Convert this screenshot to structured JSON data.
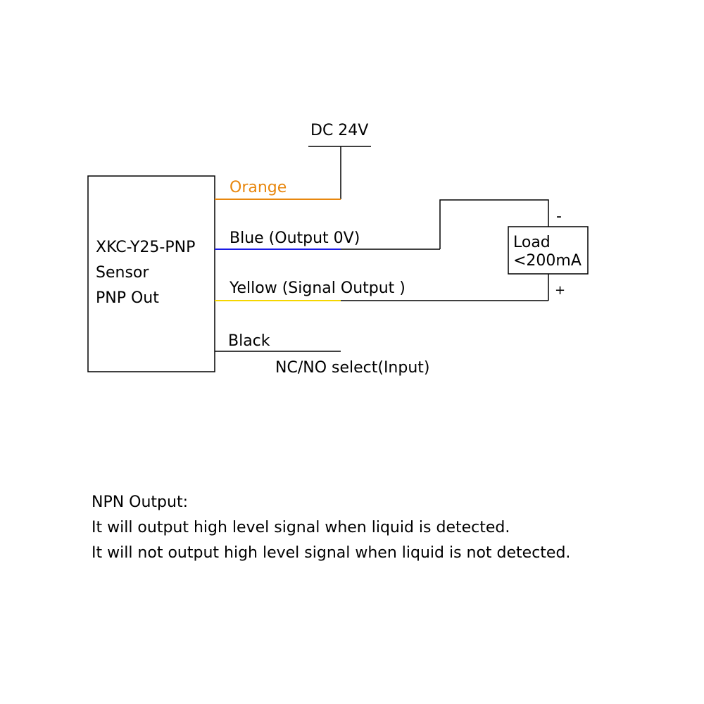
{
  "sensor": {
    "line1": "XKC-Y25-PNP",
    "line2": "Sensor",
    "line3": "PNP Out"
  },
  "power": {
    "label": "DC 24V"
  },
  "wires": {
    "orange": {
      "label": "Orange",
      "color": "#E8870E"
    },
    "blue": {
      "label": "Blue (Output 0V)",
      "color": "#1A1AE6"
    },
    "yellow": {
      "label": "Yellow (Signal Output )",
      "color": "#F5D600"
    },
    "black": {
      "label": "Black",
      "color": "#000000"
    }
  },
  "ncno": {
    "label": "NC/NO select(Input)"
  },
  "load": {
    "line1": "Load",
    "line2": "<200mA",
    "minus": "-",
    "plus": "+"
  },
  "notes": {
    "title": "NPN Output:",
    "line1": "It will output high level signal when liquid is detected.",
    "line2": "It will not output high level signal when liquid is not detected."
  }
}
